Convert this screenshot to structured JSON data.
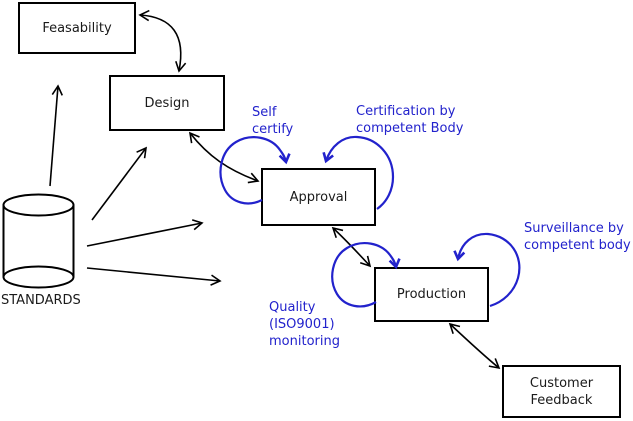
{
  "colors": {
    "annotation_blue": "#2222cc",
    "line_black": "#000000",
    "background": "#ffffff"
  },
  "nodes": {
    "feasability": "Feasability",
    "design": "Design",
    "approval": "Approval",
    "production": "Production",
    "customer_feedback": "Customer\nFeedback",
    "standards": "STANDARDS"
  },
  "annotations": {
    "self_certify": "Self\ncertify",
    "certification": "Certification by\ncompetent Body",
    "surveillance": "Surveillance by\ncompetent body",
    "quality_monitoring": "Quality\n(ISO9001)\nmonitoring"
  }
}
